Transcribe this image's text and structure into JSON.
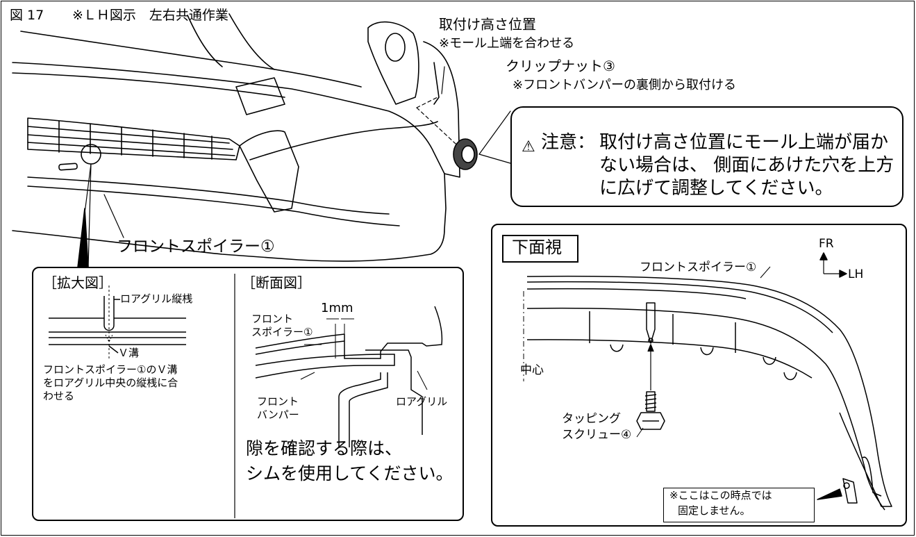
{
  "figure": {
    "number": "図 17",
    "note": "※ＬＨ図示　左右共通作業"
  },
  "callouts": {
    "mount_height": "取付け高さ位置",
    "mount_height_note": "※モール上端を合わせる",
    "clip_nut": "クリップナット③",
    "clip_nut_note": "※フロントバンパーの裏側から取付ける",
    "front_spoiler": "フロントスポイラー①"
  },
  "caution": {
    "label": "注意：",
    "lines": [
      "取付け高さ位置にモール上端が届か",
      "ない場合は、 側面にあけた穴を上方",
      "に広げて調整してください。"
    ]
  },
  "detail": {
    "enlarged_title": "［拡大図］",
    "lower_grille_bar": "ロアグリル縦桟",
    "v_groove": "Ｖ溝",
    "enlarged_note": [
      "フロントスポイラー①のＶ溝",
      "をロアグリル中央の縦桟に合",
      "わせる"
    ],
    "section_title": "［断面図］",
    "gap": "1mm",
    "front_spoiler": [
      "フロント",
      "スポイラー①"
    ],
    "front_bumper": [
      "フロント",
      "バンパー"
    ],
    "lower_grille": "ロアグリル",
    "shim_note": [
      "隙を確認する際は、",
      "シムを使用してください。"
    ]
  },
  "bottom_view": {
    "title": "下面視",
    "front_spoiler": "フロントスポイラー①",
    "fr": "FR",
    "lh": "LH",
    "center": "中心",
    "screw": [
      "タッピング",
      "スクリュー④"
    ],
    "not_fixed": [
      "※ここはこの時点では",
      "固定しません。"
    ]
  }
}
